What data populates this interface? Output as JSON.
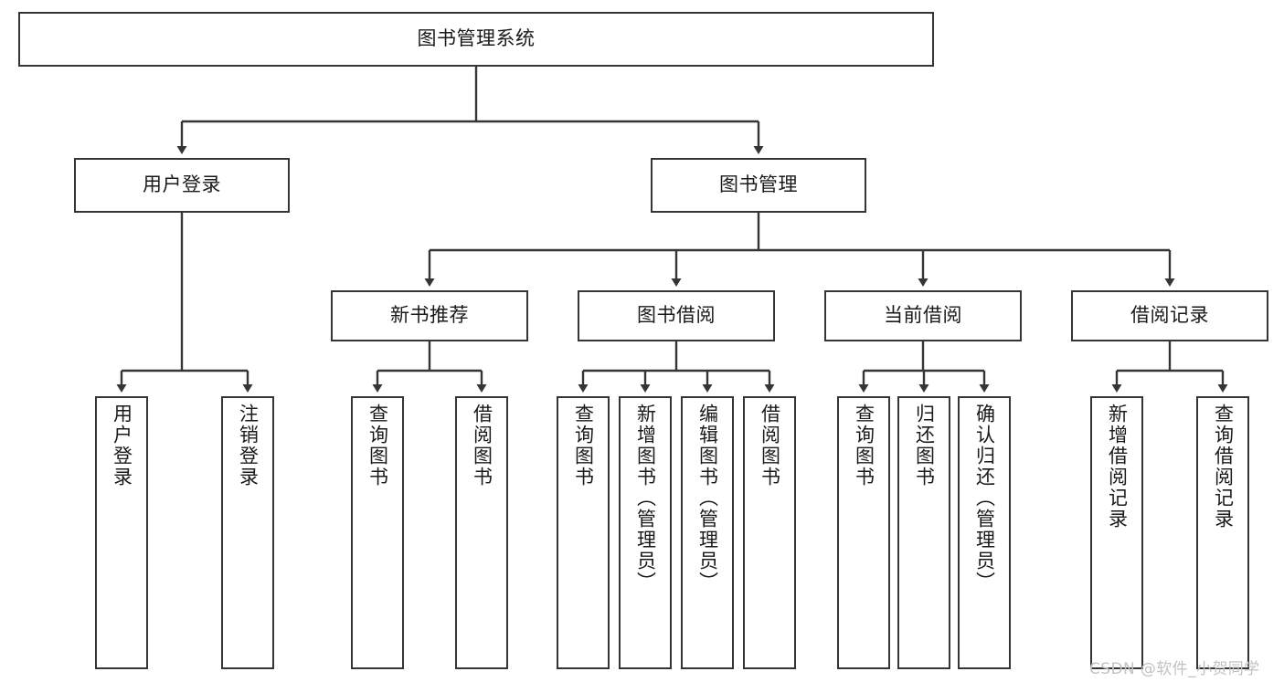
{
  "diagram": {
    "title_node": {
      "label": "图书管理系统"
    },
    "level2": [
      {
        "id": "user-login",
        "label": "用户登录"
      },
      {
        "id": "book-management",
        "label": "图书管理"
      }
    ],
    "level3": [
      {
        "id": "new-book-recommend",
        "label": "新书推荐"
      },
      {
        "id": "book-borrow",
        "label": "图书借阅"
      },
      {
        "id": "current-borrow",
        "label": "当前借阅"
      },
      {
        "id": "borrow-record",
        "label": "借阅记录"
      }
    ],
    "leaves": {
      "user_login": [
        {
          "id": "leaf-user-login",
          "label": "用户登录"
        },
        {
          "id": "leaf-logout-login",
          "label": "注销登录"
        }
      ],
      "new_book_recommend": [
        {
          "id": "leaf-query-book-1",
          "label": "查询图书"
        },
        {
          "id": "leaf-borrow-book-1",
          "label": "借阅图书"
        }
      ],
      "book_borrow": [
        {
          "id": "leaf-query-book-2",
          "label": "查询图书"
        },
        {
          "id": "leaf-add-book",
          "label": "新增图书（管理员）"
        },
        {
          "id": "leaf-edit-book",
          "label": "编辑图书（管理员）"
        },
        {
          "id": "leaf-borrow-book-2",
          "label": "借阅图书"
        }
      ],
      "current_borrow": [
        {
          "id": "leaf-query-book-3",
          "label": "查询图书"
        },
        {
          "id": "leaf-return-book",
          "label": "归还图书"
        },
        {
          "id": "leaf-confirm-return",
          "label": "确认归还（管理员）"
        }
      ],
      "borrow_record": [
        {
          "id": "leaf-add-record",
          "label": "新增借阅记录"
        },
        {
          "id": "leaf-query-record",
          "label": "查询借阅记录"
        }
      ]
    },
    "watermark": {
      "text": "CSDN @软件_小贺同学"
    },
    "colors": {
      "border": "#353535",
      "background": "#ffffff",
      "text": "#1a1a1a",
      "watermark": "#c2c2c2"
    }
  }
}
